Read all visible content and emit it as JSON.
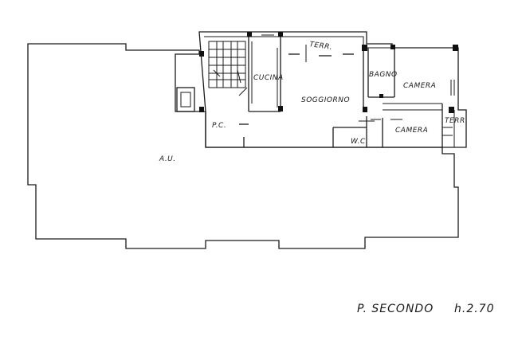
{
  "plan": {
    "title": "P. SECONDO",
    "height": "h.2.70"
  },
  "rooms": {
    "terrace_top": "TERR.",
    "kitchen": "CUCINA",
    "living": "SOGGIORNO",
    "bath": "BAGNO",
    "bedroom1": "CAMERA",
    "bedroom2": "CAMERA",
    "terrace_right": "TERR.",
    "wc": "W.C.",
    "landing": "P.C.",
    "other_unit": "A.U."
  }
}
